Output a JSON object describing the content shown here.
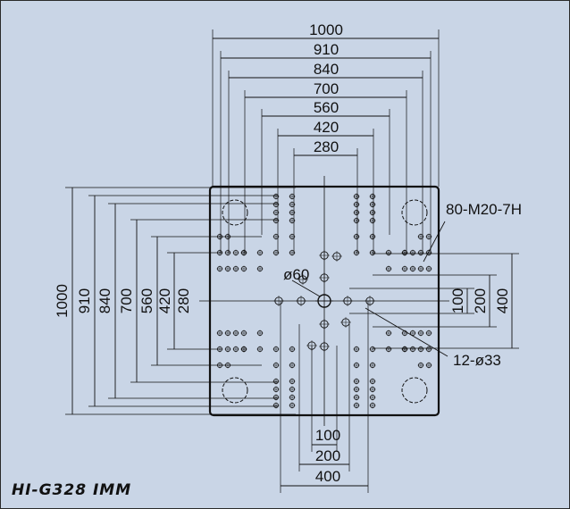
{
  "title": "HI-G328 IMM",
  "dimensions": {
    "top": [
      "1000",
      "910",
      "840",
      "700",
      "560",
      "420",
      "280"
    ],
    "left": [
      "1000",
      "910",
      "840",
      "700",
      "560",
      "420",
      "280"
    ],
    "right": [
      "100",
      "200",
      "400"
    ],
    "bottom": [
      "100",
      "200",
      "400"
    ]
  },
  "annotations": {
    "threads": "80-M20-7H",
    "center_hole": "ø60",
    "holes": "12-ø33"
  },
  "colors": {
    "background": "#c9d5e6",
    "line": "#111111",
    "plate_fill": "#c9d5e6"
  }
}
